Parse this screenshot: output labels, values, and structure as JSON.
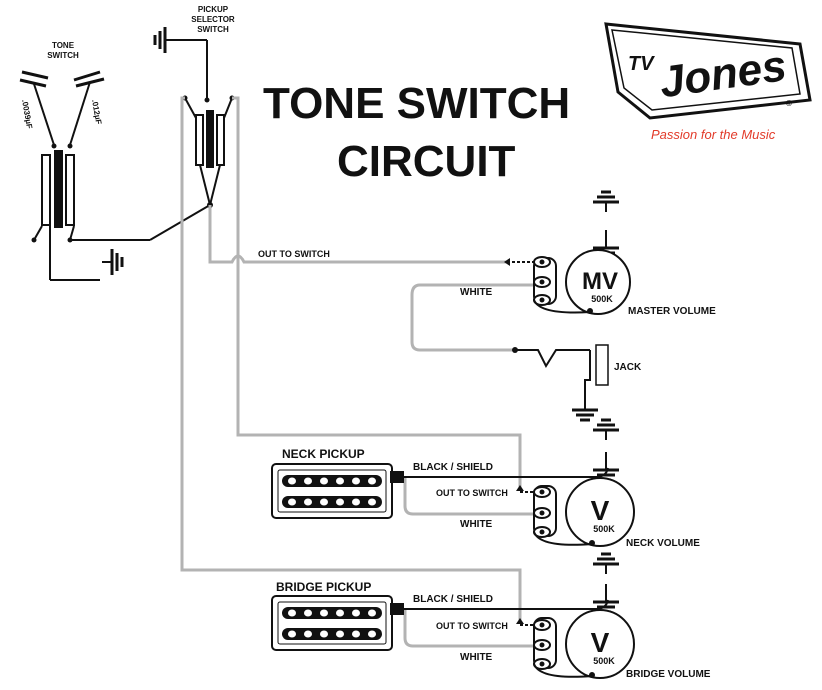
{
  "title": {
    "line1": "TONE SWITCH",
    "line2": "CIRCUIT"
  },
  "brand": {
    "name": "Jones",
    "prefix": "TV",
    "reg_mark": "®",
    "tagline": "Passion for the Music",
    "tagline_color": "#e23b2a"
  },
  "labels": {
    "tone_switch": [
      "TONE",
      "SWITCH"
    ],
    "pickup_selector": [
      "PICKUP",
      "SELECTOR",
      "SWITCH"
    ],
    "cap_left": ".0039µF",
    "cap_right": ".012µF",
    "out_to_switch_top": "OUT TO SWITCH",
    "white_mv": "WHITE",
    "master_volume": "MASTER VOLUME",
    "jack": "JACK",
    "neck_pickup": "NECK PICKUP",
    "black_shield_neck": "BLACK / SHIELD",
    "out_to_switch_neck": "OUT TO SWITCH",
    "white_neck": "WHITE",
    "neck_volume": "NECK VOLUME",
    "bridge_pickup": "BRIDGE PICKUP",
    "black_shield_bridge": "BLACK / SHIELD",
    "out_to_switch_bridge": "OUT TO SWITCH",
    "white_bridge": "WHITE",
    "bridge_volume": "BRIDGE VOLUME"
  },
  "pots": {
    "master": {
      "letter": "MV",
      "value": "500K"
    },
    "neck": {
      "letter": "V",
      "value": "500K"
    },
    "bridge": {
      "letter": "V",
      "value": "500K"
    }
  },
  "colors": {
    "wire": "#b3b3b3",
    "ink": "#111111",
    "accent": "#e23b2a"
  }
}
